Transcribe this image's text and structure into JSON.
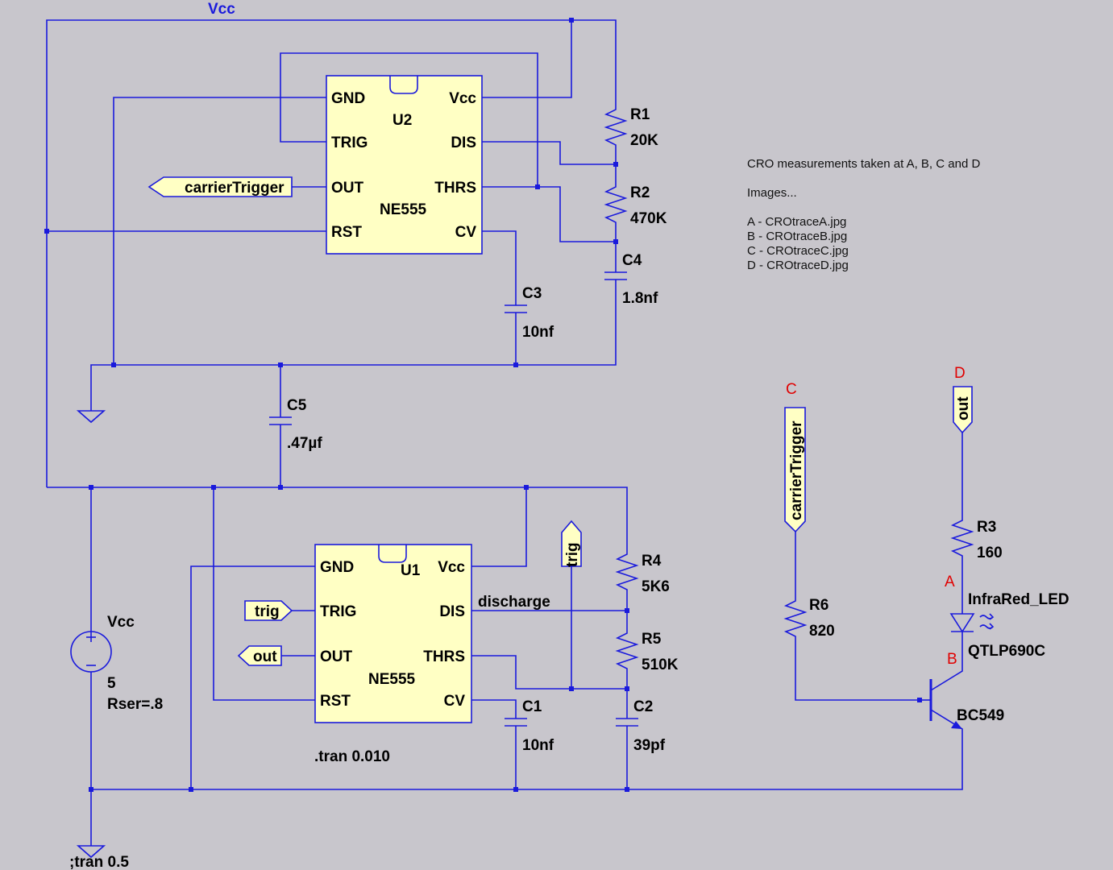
{
  "nets": {
    "vcc_top": "Vcc",
    "discharge": "discharge"
  },
  "u2": {
    "name": "U2",
    "type": "NE555",
    "pins": {
      "gnd": "GND",
      "trig": "TRIG",
      "out": "OUT",
      "rst": "RST",
      "vcc": "Vcc",
      "dis": "DIS",
      "thrs": "THRS",
      "cv": "CV"
    }
  },
  "u1": {
    "name": "U1",
    "type": "NE555",
    "pins": {
      "gnd": "GND",
      "trig": "TRIG",
      "out": "OUT",
      "rst": "RST",
      "vcc": "Vcc",
      "dis": "DIS",
      "thrs": "THRS",
      "cv": "CV"
    }
  },
  "components": {
    "r1": {
      "name": "R1",
      "value": "20K"
    },
    "r2": {
      "name": "R2",
      "value": "470K"
    },
    "c4": {
      "name": "C4",
      "value": "1.8nf"
    },
    "c3": {
      "name": "C3",
      "value": "10nf"
    },
    "c5": {
      "name": "C5",
      "value": ".47µf"
    },
    "r4": {
      "name": "R4",
      "value": "5K6"
    },
    "r5": {
      "name": "R5",
      "value": "510K"
    },
    "c1": {
      "name": "C1",
      "value": "10nf"
    },
    "c2": {
      "name": "C2",
      "value": "39pf"
    },
    "r6": {
      "name": "R6",
      "value": "820"
    },
    "r3": {
      "name": "R3",
      "value": "160"
    },
    "led": {
      "name": "InfraRed_LED",
      "value": "QTLP690C"
    },
    "q1": {
      "name": "BC549"
    },
    "vsrc": {
      "name": "Vcc",
      "value": "5",
      "extra": "Rser=.8"
    }
  },
  "flags": {
    "carrier_trigger_out": "carrierTrigger",
    "trig_in": "trig",
    "out_out": "out",
    "trig_vertical": "trig",
    "carrier_trigger_in": "carrierTrigger",
    "out_probe": "out"
  },
  "directives": {
    "tran": ".tran 0.010",
    "tran_comment": ";tran 0.5"
  },
  "notes": {
    "line1": "CRO measurements taken at A, B, C and D",
    "line2": "Images...",
    "line3": "A - CROtraceA.jpg",
    "line4": "B - CROtraceB.jpg",
    "line5": "C - CROtraceC.jpg",
    "line6": "D - CROtraceD.jpg"
  },
  "probes": {
    "a": "A",
    "b": "B",
    "c": "C",
    "d": "D"
  },
  "colors": {
    "wire": "#1a1adc",
    "chip_fill": "#ffffc4",
    "background": "#c8c6cc",
    "probe": "#e00000"
  }
}
